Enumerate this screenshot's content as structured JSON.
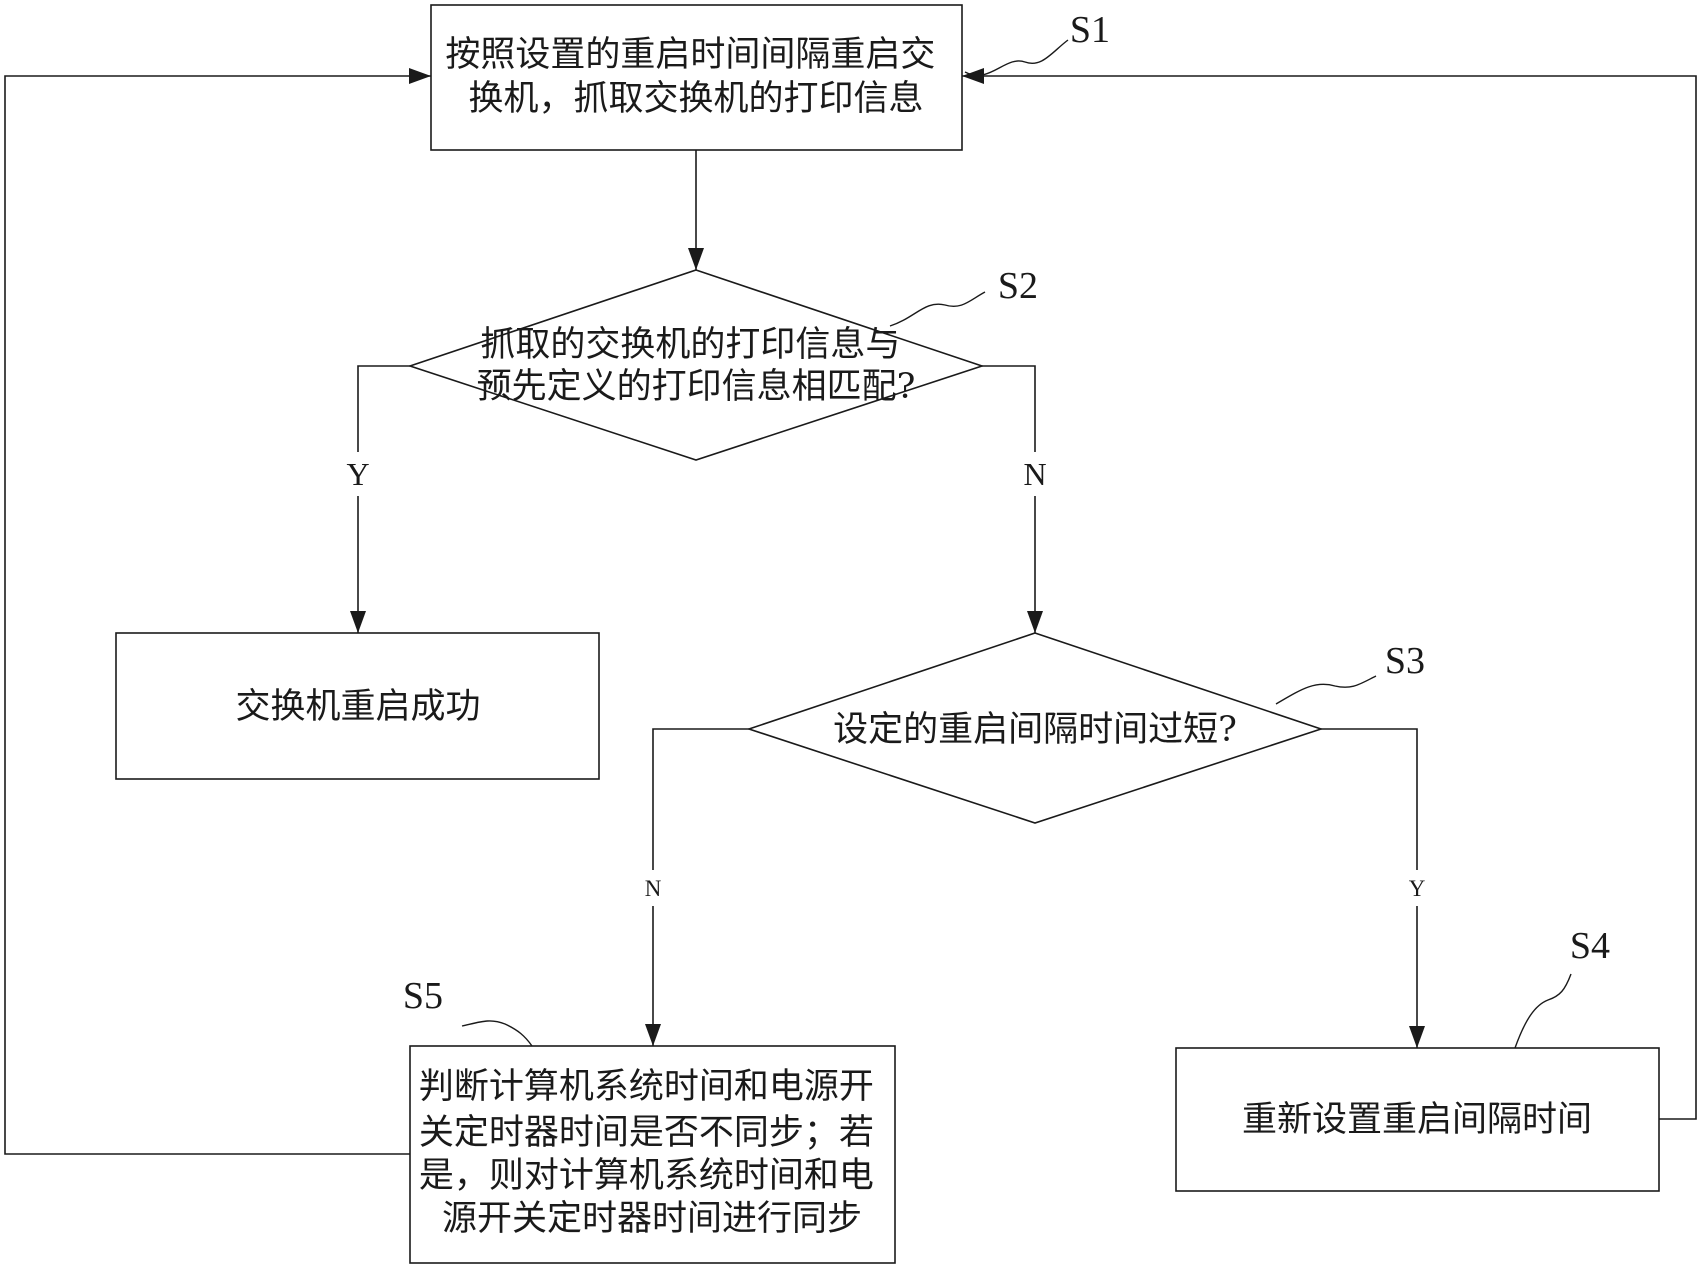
{
  "flowchart": {
    "s1": {
      "tag": "S1",
      "lines": [
        "按照设置的重启时间间隔重启交",
        "换机，抓取交换机的打印信息"
      ]
    },
    "s2": {
      "tag": "S2",
      "lines": [
        "抓取的交换机的打印信息与",
        "预先定义的打印信息相匹配?"
      ]
    },
    "success": {
      "lines": [
        "交换机重启成功"
      ]
    },
    "s3": {
      "tag": "S3",
      "lines": [
        "设定的重启间隔时间过短?"
      ]
    },
    "s4": {
      "tag": "S4",
      "lines": [
        "重新设置重启间隔时间"
      ]
    },
    "s5": {
      "tag": "S5",
      "lines": [
        "判断计算机系统时间和电源开",
        "关定时器时间是否不同步；若",
        "是，则对计算机系统时间和电",
        "源开关定时器时间进行同步"
      ]
    },
    "branches": {
      "s2_yes": "Y",
      "s2_no": "N",
      "s3_no": "N",
      "s3_yes": "Y"
    }
  },
  "colors": {
    "line": "#1a1a1a",
    "background": "#ffffff"
  }
}
